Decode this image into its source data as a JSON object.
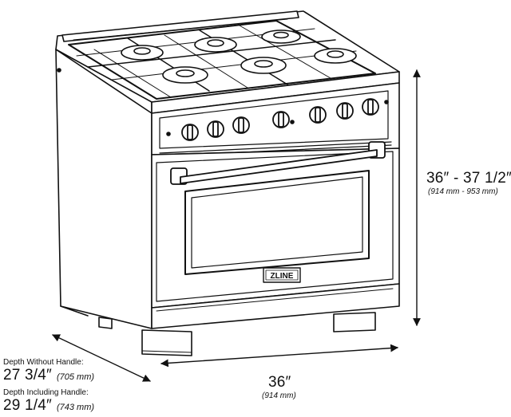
{
  "brand": {
    "logo_text": "ZLINE"
  },
  "dimensions": {
    "height": {
      "imperial": "36″ - 37 1/2″",
      "metric": "(914 mm - 953 mm)"
    },
    "width": {
      "imperial": "36″",
      "metric": "(914 mm)"
    },
    "depth_without_handle": {
      "label": "Depth Without Handle:",
      "imperial": "27 3/4″",
      "metric": "(705 mm)"
    },
    "depth_including_handle": {
      "label": "Depth Including Handle:",
      "imperial": "29 1/4″",
      "metric": "(743 mm)"
    }
  },
  "colors": {
    "line": "#111111",
    "background": "#ffffff"
  }
}
